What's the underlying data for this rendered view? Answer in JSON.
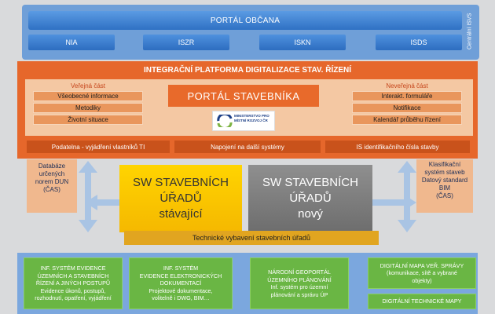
{
  "top": {
    "portal_obcana": "PORTÁL OBČANA",
    "isvs_label": "Centrální ISVS",
    "pills": [
      "NIA",
      "ISZR",
      "ISKN",
      "ISDS"
    ]
  },
  "platform": {
    "title": "INTEGRAČNÍ PLATFORMA DIGITALIZACE STAV. ŘÍZENÍ",
    "left_title": "Veřejná část",
    "left_items": [
      "Všeobecné informace",
      "Metodiky",
      "Životní situace"
    ],
    "center_title": "PORTÁL STAVEBNÍKA",
    "logo_text": "MINISTERSTVO PRO MÍSTNÍ ROZVOJ ČR",
    "right_title": "Neveřejná část",
    "right_items": [
      "Interakt. formuláře",
      "Notifikace",
      "Kalendář průběhu řízení"
    ],
    "bottom_items": [
      "Podatelna - vyjádření vlastníků TI",
      "Napojení na další systémy",
      "IS identifikačního čísla stavby"
    ]
  },
  "middle": {
    "left_box": [
      "Databáze",
      "určených",
      "norem DUN",
      "(ČAS)"
    ],
    "right_box": [
      "Klasifikační",
      "systém staveb",
      "Datový standard",
      "BIM",
      "(ČAS)"
    ],
    "sw_current": [
      "SW STAVEBNÍCH",
      "ÚŘADŮ",
      "stávající"
    ],
    "sw_new": [
      "SW STAVEBNÍCH",
      "ÚŘADŮ",
      "nový"
    ],
    "tech": "Technické vybavení stavebních úřadů"
  },
  "bottom": {
    "box1": [
      "INF. SYSTÉM EVIDENCE",
      "ÚZEMNÍCH A STAVEBNÍCH",
      "ŘÍZENÍ A JINÝCH POSTUPŮ",
      "Evidence úkonů, postupů,",
      "rozhodnutí, opatření, vyjádření"
    ],
    "box2": [
      "INF. SYSTÉM",
      "EVIDENCE ELEKTRONICKÝCH",
      "DOKUMENTACÍ",
      "Projektové dokumentace,",
      "volitelně i DWG, BIM…"
    ],
    "box3": [
      "NÁRODNÍ GEOPORTÁL",
      "ÚZEMNÍHO PLÁNOVÁNÍ",
      "Inf. systém pro územní",
      "plánování a správu ÚP"
    ],
    "box4": [
      "DIGITÁLNÍ MAPA VEŘ. SPRÁVY",
      "(komunikace, sítě a vybrané",
      "objekty)"
    ],
    "box5": "DIGITÁLNÍ TECHNICKÉ MAPY"
  }
}
